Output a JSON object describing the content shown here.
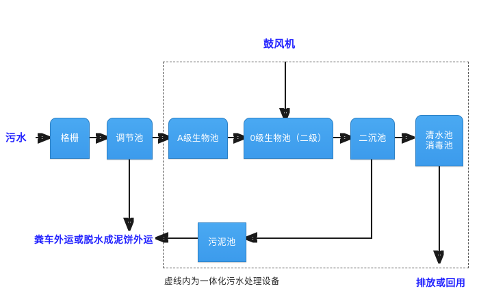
{
  "diagram": {
    "title_note": "虚线内为一体化污水处理设备",
    "blower_label": "鼓风机",
    "inlet_label": "污水",
    "sludge_out_label": "粪车外运或脱水成泥饼外运",
    "outlet_label": "排放或回用",
    "colors": {
      "node_fill": "#44a3f0",
      "node_border": "#2b7fc4",
      "node_text": "#ffffff",
      "accent_text": "#2222ff",
      "note_text": "#222222",
      "wire": "#1a1a1a",
      "enclosure": "#555555",
      "background": "#ffffff"
    },
    "nodes": [
      {
        "id": "grate",
        "label": "格栅"
      },
      {
        "id": "regulating",
        "label": "调节池"
      },
      {
        "id": "bio_a",
        "label": "A级生物池"
      },
      {
        "id": "bio_o",
        "label": "0级生物池（二级）"
      },
      {
        "id": "sedimentation",
        "label": "二沉池"
      },
      {
        "id": "clearwater",
        "label": "清水池\n消毒池"
      },
      {
        "id": "sludge",
        "label": "污泥池"
      }
    ],
    "flow_sequence": [
      "污水",
      "格栅",
      "调节池",
      "A级生物池",
      "0级生物池（二级）",
      "二沉池",
      "清水池/消毒池",
      "排放或回用"
    ],
    "side_flows": [
      {
        "from": "调节池",
        "to": "粪车外运或脱水成泥饼外运"
      },
      {
        "from": "二沉池",
        "to": "污泥池"
      },
      {
        "from": "污泥池",
        "to": "粪车外运或脱水成泥饼外运"
      },
      {
        "from": "鼓风机",
        "to": "0级生物池（二级）"
      }
    ]
  }
}
